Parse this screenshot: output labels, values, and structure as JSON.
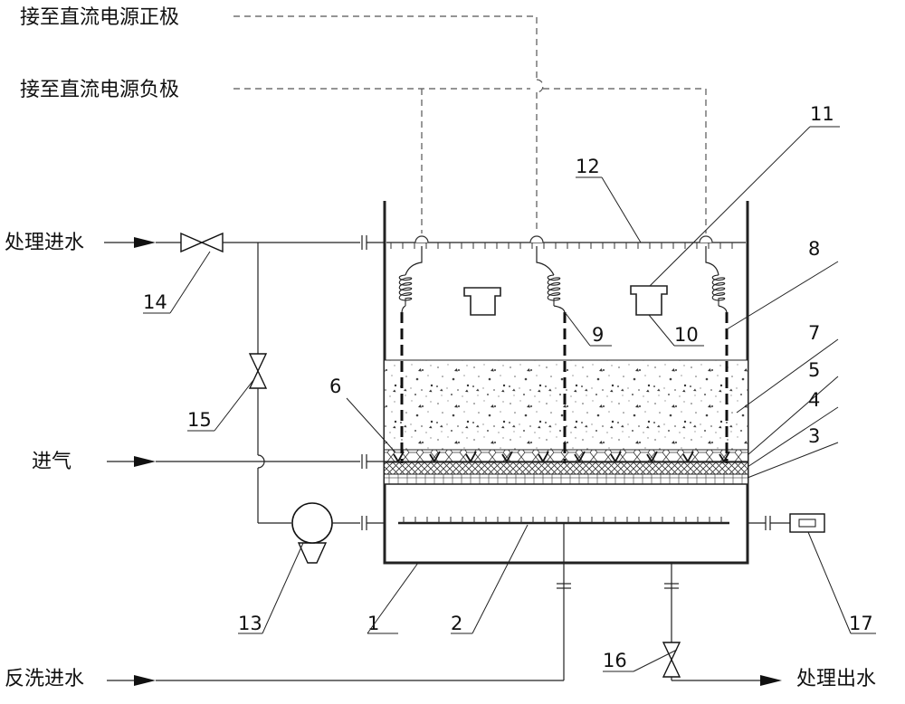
{
  "labels": {
    "dc_positive": "接至直流电源正极",
    "dc_negative": "接至直流电源负极",
    "treat_inlet": "处理进水",
    "air_inlet": "进气",
    "backwash_inlet": "反洗进水",
    "treat_outlet": "处理出水"
  },
  "part_numbers": [
    "1",
    "2",
    "3",
    "4",
    "5",
    "6",
    "7",
    "8",
    "9",
    "10",
    "11",
    "12",
    "13",
    "14",
    "15",
    "16",
    "17"
  ]
}
